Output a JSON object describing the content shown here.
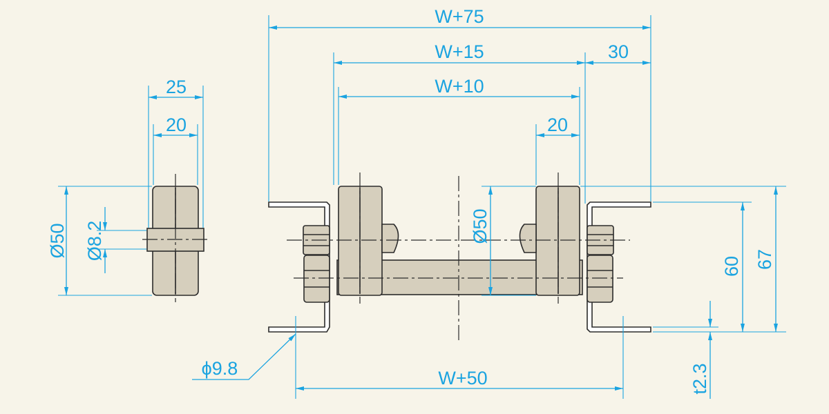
{
  "dimensions": {
    "side": {
      "width_25": "25",
      "width_20": "20",
      "dia_50": "Ø50",
      "dia_8_2": "Ø8.2"
    },
    "front": {
      "w75": "W+75",
      "w15": "W+15",
      "w10": "W+10",
      "d30": "30",
      "d20": "20",
      "dia_50": "Ø50",
      "h60": "60",
      "h67": "67",
      "hole": "ϕ9.8",
      "w50": "W+50",
      "t": "t2.3"
    }
  },
  "colors": {
    "dimension": "#1aa3e0",
    "background": "#f7f4e9",
    "part_fill": "#d6cfbd",
    "outline": "#2b2b2b"
  }
}
